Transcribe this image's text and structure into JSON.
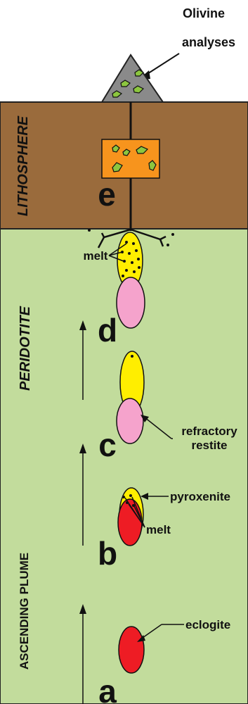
{
  "header": {
    "line1": "Olivine",
    "line2": "analyses"
  },
  "layers": {
    "lithosphere": "LITHOSPHERE",
    "peridotite": "PERIDOTITE",
    "plume": "ASCENDING PLUME"
  },
  "stages": {
    "a": "a",
    "b": "b",
    "c": "c",
    "d": "d",
    "e": "e"
  },
  "labels": {
    "eclogite": "eclogite",
    "pyroxenite": "pyroxenite",
    "melt_b": "melt",
    "refractory_1": "refractory",
    "refractory_2": "restite",
    "melt_d": "melt"
  },
  "colors": {
    "lithosphere": "#9a6b3c",
    "mantle": "#c2dc9c",
    "eclogite": "#ee1c24",
    "pyroxenite": "#ffee00",
    "restite": "#f5a3cc",
    "box": "#f7941d",
    "olivine": "#8cc63f",
    "rock": "#8a8a8a"
  }
}
